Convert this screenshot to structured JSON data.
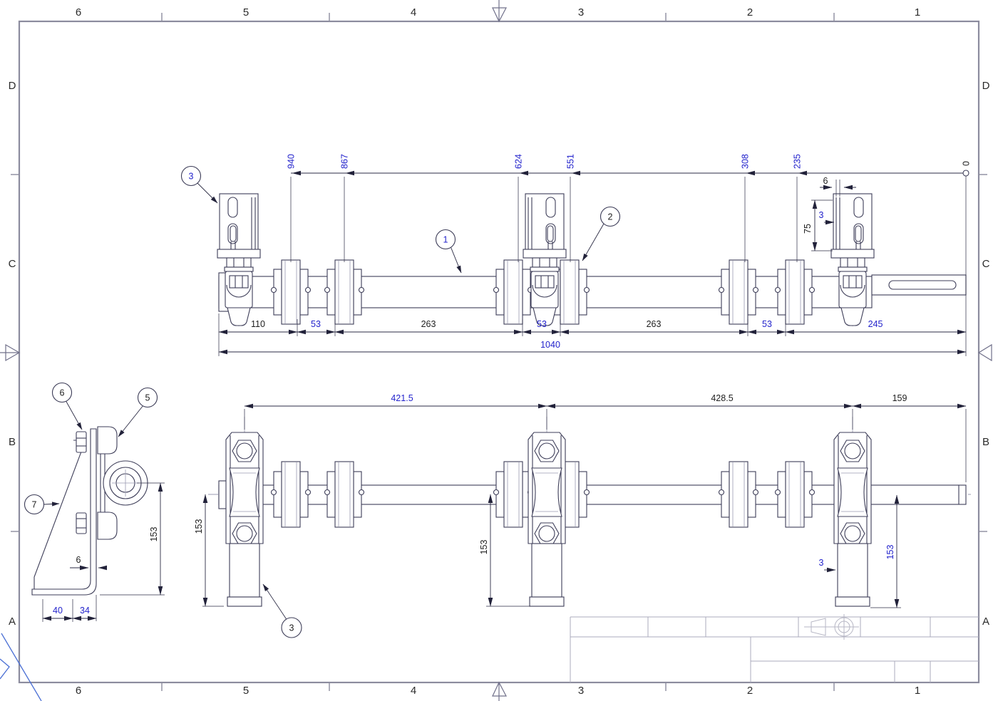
{
  "sheet": {
    "grid_columns": [
      "6",
      "5",
      "4",
      "3",
      "2",
      "1"
    ],
    "grid_rows": [
      "D",
      "C",
      "B",
      "A"
    ]
  },
  "colors": {
    "geometry_line": "#3d3d58",
    "frame_line": "#8c8c9e",
    "dimension_blue": "#2323cc",
    "dimension_black": "#1e1e1e",
    "corner_mark_blue": "#4a6fd4"
  },
  "top_view": {
    "ordinate_dims": [
      "940",
      "867",
      "624",
      "551",
      "308",
      "235",
      "0"
    ],
    "chain_dims": [
      "110",
      "53",
      "263",
      "53",
      "263",
      "53",
      "245"
    ],
    "overall_dim": "1040",
    "bracket_thickness_dim": "6",
    "bracket_offset_dim": "3",
    "bracket_height_dim": "75"
  },
  "front_view": {
    "span_dims": [
      "421.5",
      "428.5",
      "159"
    ],
    "height_dims": [
      "153",
      "153",
      "153"
    ],
    "post_thickness_dim": "3"
  },
  "detail_view": {
    "height_dim": "153",
    "plate_thickness_dim": "6",
    "base_dims": [
      "40",
      "34"
    ]
  },
  "balloons": {
    "item_1": "1",
    "item_2": "2",
    "item_3_top": "3",
    "item_3_bottom": "3",
    "item_5": "5",
    "item_6": "6",
    "item_7": "7"
  }
}
